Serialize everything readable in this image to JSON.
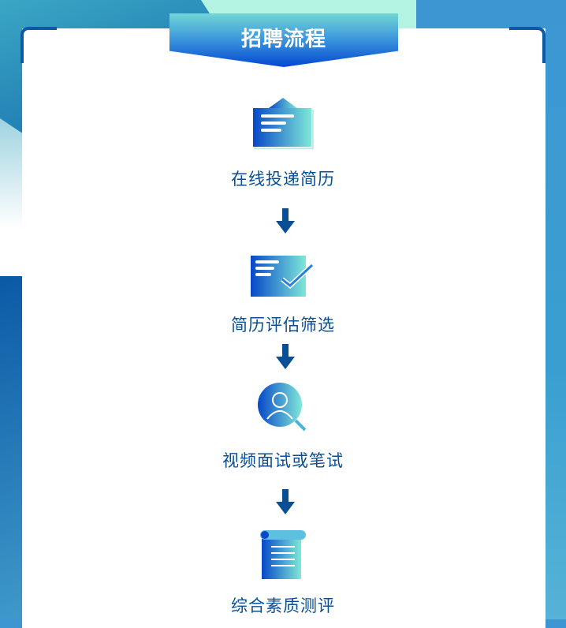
{
  "title": "招聘流程",
  "steps": [
    {
      "label": "在线投递简历",
      "icon": "envelope-resume-icon"
    },
    {
      "label": "简历评估筛选",
      "icon": "resume-check-icon"
    },
    {
      "label": "视频面试或笔试",
      "icon": "person-search-icon"
    },
    {
      "label": "综合素质测评",
      "icon": "scroll-document-icon"
    }
  ],
  "colors": {
    "label": "#0a4e96",
    "accent": "#0347d2",
    "arrow": "#0a4e96"
  }
}
